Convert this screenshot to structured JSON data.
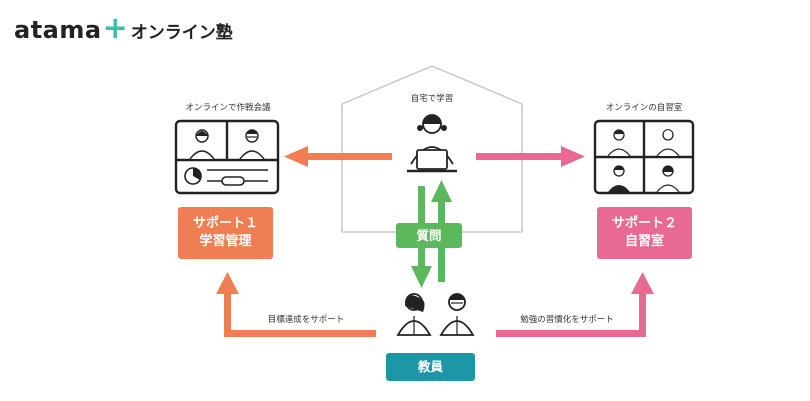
{
  "logo": {
    "main": "atama",
    "plus": "+",
    "sub": "オンライン塾"
  },
  "labels": {
    "strategy_meeting": "オンラインで作戦会議",
    "home_study": "自宅で学習",
    "self_study_room_online": "オンラインの自習室",
    "goal_support": "目標達成をサポート",
    "habit_support": "勉強の習慣化をサポート"
  },
  "boxes": {
    "support1": {
      "line1": "サポート１",
      "line2": "学習管理"
    },
    "support2": {
      "line1": "サポート２",
      "line2": "自習室"
    },
    "question": "質問",
    "teacher": "教員"
  },
  "colors": {
    "orange": "#ef7e53",
    "pink": "#e86a92",
    "green": "#5cb85c",
    "teal": "#1d96a6",
    "house_outline": "#cccccc",
    "dark": "#222222",
    "logo_plus": "#3cbfa6"
  }
}
